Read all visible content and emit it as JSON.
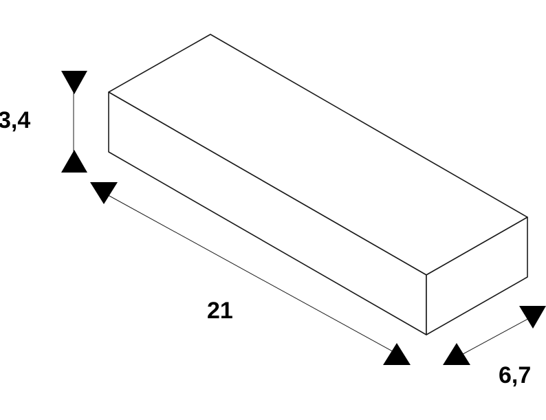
{
  "dimensions": {
    "height": "3,4",
    "length": "21",
    "width": "6,7"
  }
}
